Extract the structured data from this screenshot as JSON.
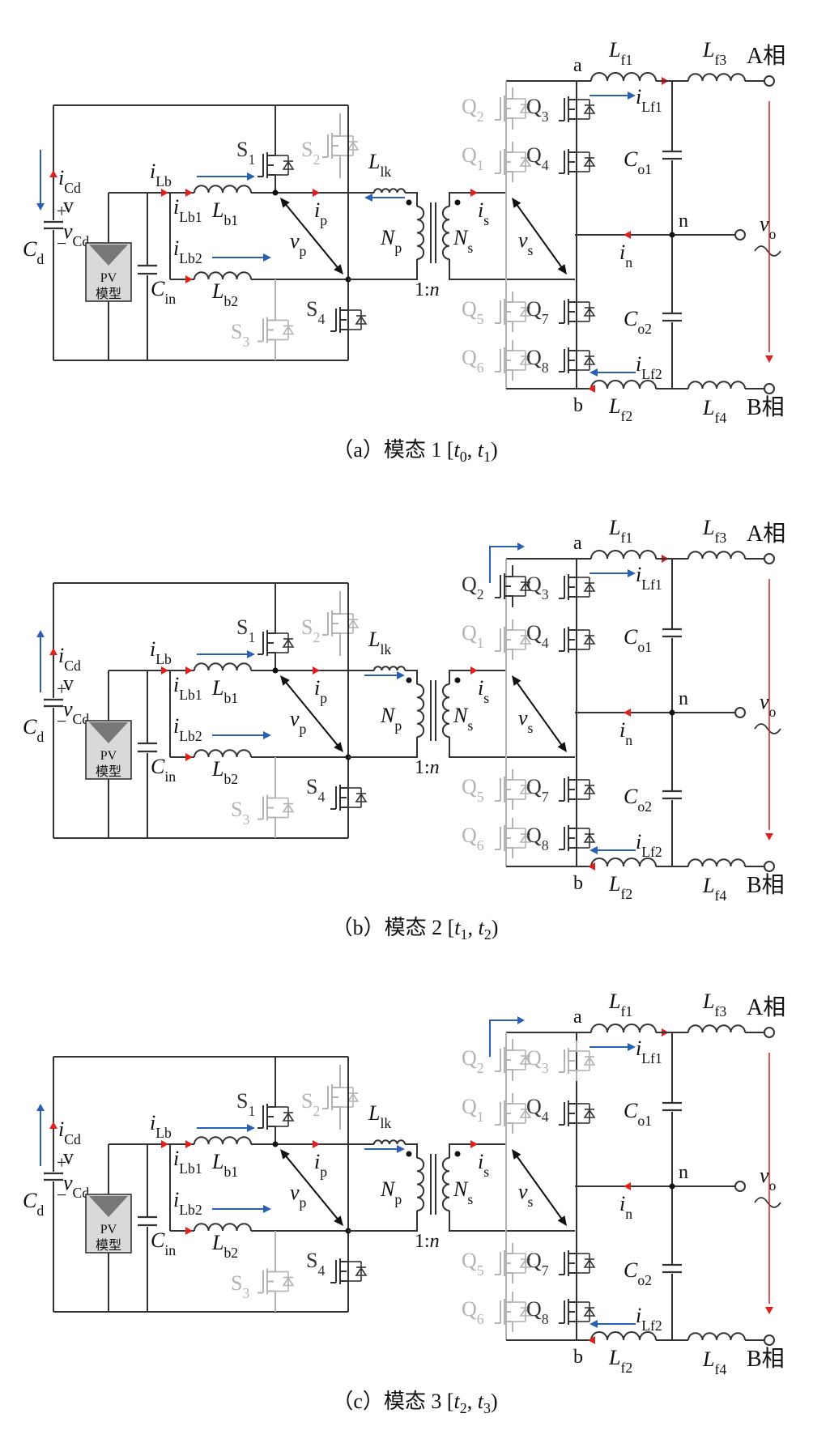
{
  "colors": {
    "wire": "#333333",
    "grey": "#b3b3b3",
    "red": "#e0201e",
    "blue": "#2a5fb6",
    "black": "#111111"
  },
  "labels": {
    "iCd_i": "i",
    "iCd_s": "Cd",
    "vCd_v": "v",
    "vCd_s": "Cd",
    "Cd_C": "C",
    "Cd_s": "d",
    "pv1": "PV",
    "pv2": "模型",
    "Cin_C": "C",
    "Cin_s": "in",
    "iLb_i": "i",
    "iLb_s": "Lb",
    "iLb1_i": "i",
    "iLb1_s": "Lb1",
    "Lb1_L": "L",
    "Lb1_s": "b1",
    "iLb2_i": "i",
    "iLb2_s": "Lb2",
    "Lb2_L": "L",
    "Lb2_s": "b2",
    "S1": "S",
    "S1_s": "1",
    "S2": "S",
    "S2_s": "2",
    "S3": "S",
    "S3_s": "3",
    "S4": "S",
    "S4_s": "4",
    "vp_v": "v",
    "vp_s": "p",
    "ip_i": "i",
    "ip_s": "p",
    "Llk_L": "L",
    "Llk_s": "lk",
    "Np_N": "N",
    "Np_s": "p",
    "Ns_N": "N",
    "Ns_s": "s",
    "ratio_a": "1:",
    "ratio_b": "n",
    "is_i": "i",
    "is_s": "s",
    "vs_v": "v",
    "vs_s": "s",
    "Q1": "Q",
    "Q1_s": "1",
    "Q2": "Q",
    "Q2_s": "2",
    "Q3": "Q",
    "Q3_s": "3",
    "Q4": "Q",
    "Q4_s": "4",
    "Q5": "Q",
    "Q5_s": "5",
    "Q6": "Q",
    "Q6_s": "6",
    "Q7": "Q",
    "Q7_s": "7",
    "Q8": "Q",
    "Q8_s": "8",
    "node_a": "a",
    "node_b": "b",
    "node_n": "n",
    "Lf1_L": "L",
    "Lf1_s": "f1",
    "Lf2_L": "L",
    "Lf2_s": "f2",
    "Lf3_L": "L",
    "Lf3_s": "f3",
    "Lf4_L": "L",
    "Lf4_s": "f4",
    "iLf1_i": "i",
    "iLf1_s": "Lf1",
    "iLf2_i": "i",
    "iLf2_s": "Lf2",
    "Co1_C": "C",
    "Co1_s": "o1",
    "Co2_C": "C",
    "Co2_s": "o2",
    "in_i": "i",
    "in_s": "n",
    "vo_v": "v",
    "vo_s": "o",
    "phaseA": "A相",
    "phaseB": "B相"
  },
  "panels": [
    {
      "caption_prefix": "（a）模态 1 [",
      "caption_t1": "t",
      "caption_t1_sub": "0",
      "caption_sep": ", ",
      "caption_t2": "t",
      "caption_t2_sub": "1",
      "caption_suffix": ")",
      "cd_current_dir": "down",
      "llk_current_dir": "left",
      "active_switches": [
        "S1",
        "S4",
        "Q3",
        "Q4",
        "Q7",
        "Q8"
      ],
      "q2_arrow": false
    },
    {
      "caption_prefix": "（b）模态 2 [",
      "caption_t1": "t",
      "caption_t1_sub": "1",
      "caption_sep": ", ",
      "caption_t2": "t",
      "caption_t2_sub": "2",
      "caption_suffix": ")",
      "cd_current_dir": "up",
      "llk_current_dir": "right",
      "active_switches": [
        "S1",
        "S4",
        "Q2",
        "Q3",
        "Q4",
        "Q7",
        "Q8"
      ],
      "q2_arrow": true
    },
    {
      "caption_prefix": "（c）模态 3 [",
      "caption_t1": "t",
      "caption_t1_sub": "2",
      "caption_sep": ", ",
      "caption_t2": "t",
      "caption_t2_sub": "3",
      "caption_suffix": ")",
      "cd_current_dir": "up",
      "llk_current_dir": "right",
      "active_switches": [
        "S1",
        "S4",
        "Q4",
        "Q7",
        "Q8"
      ],
      "q2_arrow": true
    }
  ]
}
